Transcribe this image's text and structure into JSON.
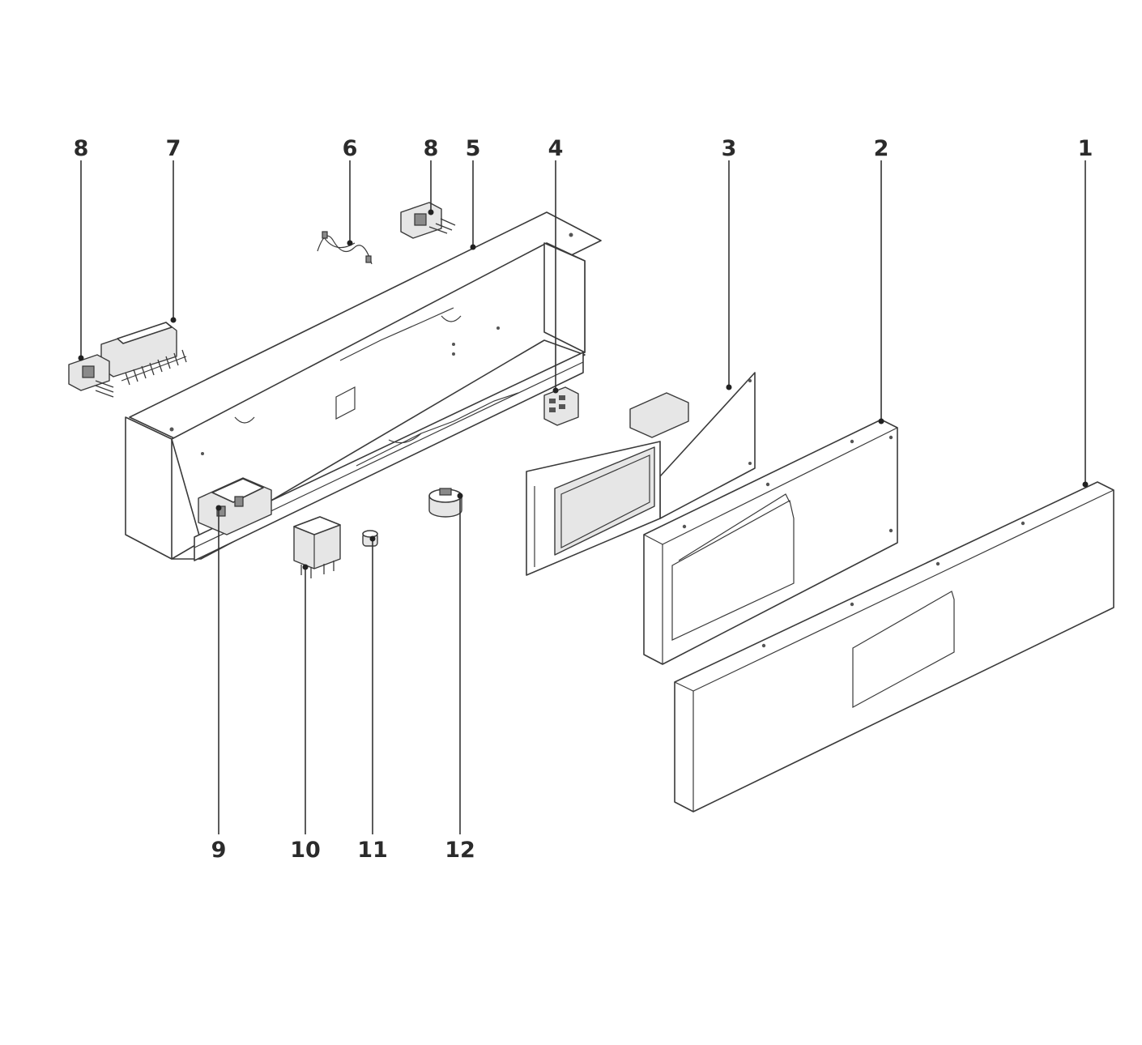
{
  "callouts": [
    {
      "id": "c1",
      "label": "1"
    },
    {
      "id": "c2",
      "label": "2"
    },
    {
      "id": "c3",
      "label": "3"
    },
    {
      "id": "c4",
      "label": "4"
    },
    {
      "id": "c5",
      "label": "5"
    },
    {
      "id": "c6",
      "label": "6"
    },
    {
      "id": "c7",
      "label": "7"
    },
    {
      "id": "c8a",
      "label": "8"
    },
    {
      "id": "c8b",
      "label": "8"
    },
    {
      "id": "c9",
      "label": "9"
    },
    {
      "id": "c10",
      "label": "10"
    },
    {
      "id": "c11",
      "label": "11"
    },
    {
      "id": "c12",
      "label": "12"
    }
  ],
  "colors": {
    "line": "#3a3a3a",
    "label": "#2b2b2b",
    "background": "#ffffff"
  }
}
